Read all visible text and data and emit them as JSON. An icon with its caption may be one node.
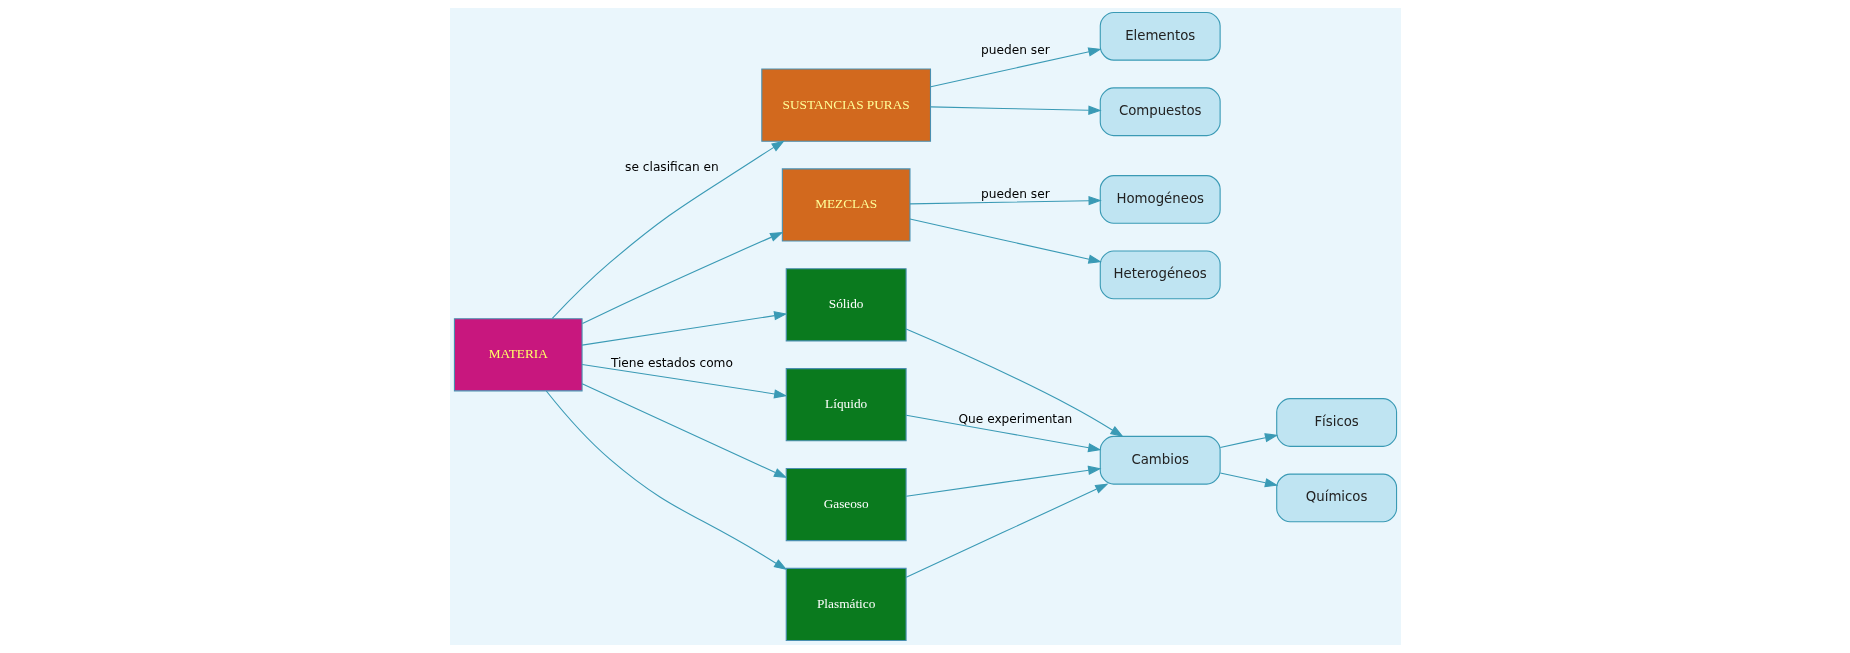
{
  "diagram": {
    "nodes": [
      {
        "text": [
          "MATERIA"
        ]
      },
      {
        "text": [
          "SUSTANCIAS PURAS"
        ]
      },
      {
        "text": [
          "MEZCLAS"
        ]
      },
      {
        "text": [
          "Elementos"
        ]
      },
      {
        "text": [
          "Compuestos"
        ]
      },
      {
        "text": [
          "Homogéneos"
        ]
      },
      {
        "text": [
          "Heterogéneos"
        ]
      },
      {
        "text": [
          "Sólido"
        ]
      },
      {
        "text": [
          "Líquido"
        ]
      },
      {
        "text": [
          "Gaseoso"
        ]
      },
      {
        "text": [
          "Plasmático"
        ]
      },
      {
        "text": [
          "Cambios"
        ]
      },
      {
        "text": [
          "Físicos"
        ]
      },
      {
        "text": [
          "Químicos"
        ]
      }
    ],
    "edges": [
      {
        "from": 0,
        "to": 1,
        "arrow": "to",
        "label": "se clasifican en"
      },
      {
        "from": 0,
        "to": 2,
        "arrow": "to"
      },
      {
        "from": 1,
        "to": 3,
        "arrow": "to",
        "label": "pueden ser"
      },
      {
        "from": 1,
        "to": 4,
        "arrow": "to"
      },
      {
        "from": 2,
        "to": 5,
        "arrow": "to",
        "label": "pueden ser"
      },
      {
        "from": 2,
        "to": 6,
        "arrow": "to"
      },
      {
        "from": 0,
        "to": 7,
        "arrow": "to"
      },
      {
        "from": 0,
        "to": 8,
        "arrow": "to",
        "label": "Tiene estados como"
      },
      {
        "from": 0,
        "to": 9,
        "arrow": "to"
      },
      {
        "from": 0,
        "to": 10,
        "arrow": "to"
      },
      {
        "from": 7,
        "to": 11,
        "arrow": "to"
      },
      {
        "from": 8,
        "to": 11,
        "arrow": "to",
        "label": "Que experimentan"
      },
      {
        "from": 9,
        "to": 11,
        "arrow": "to"
      },
      {
        "from": 10,
        "to": 11,
        "arrow": "to"
      },
      {
        "from": 11,
        "to": 12,
        "arrow": "to"
      },
      {
        "from": 11,
        "to": 13,
        "arrow": "to"
      }
    ]
  }
}
